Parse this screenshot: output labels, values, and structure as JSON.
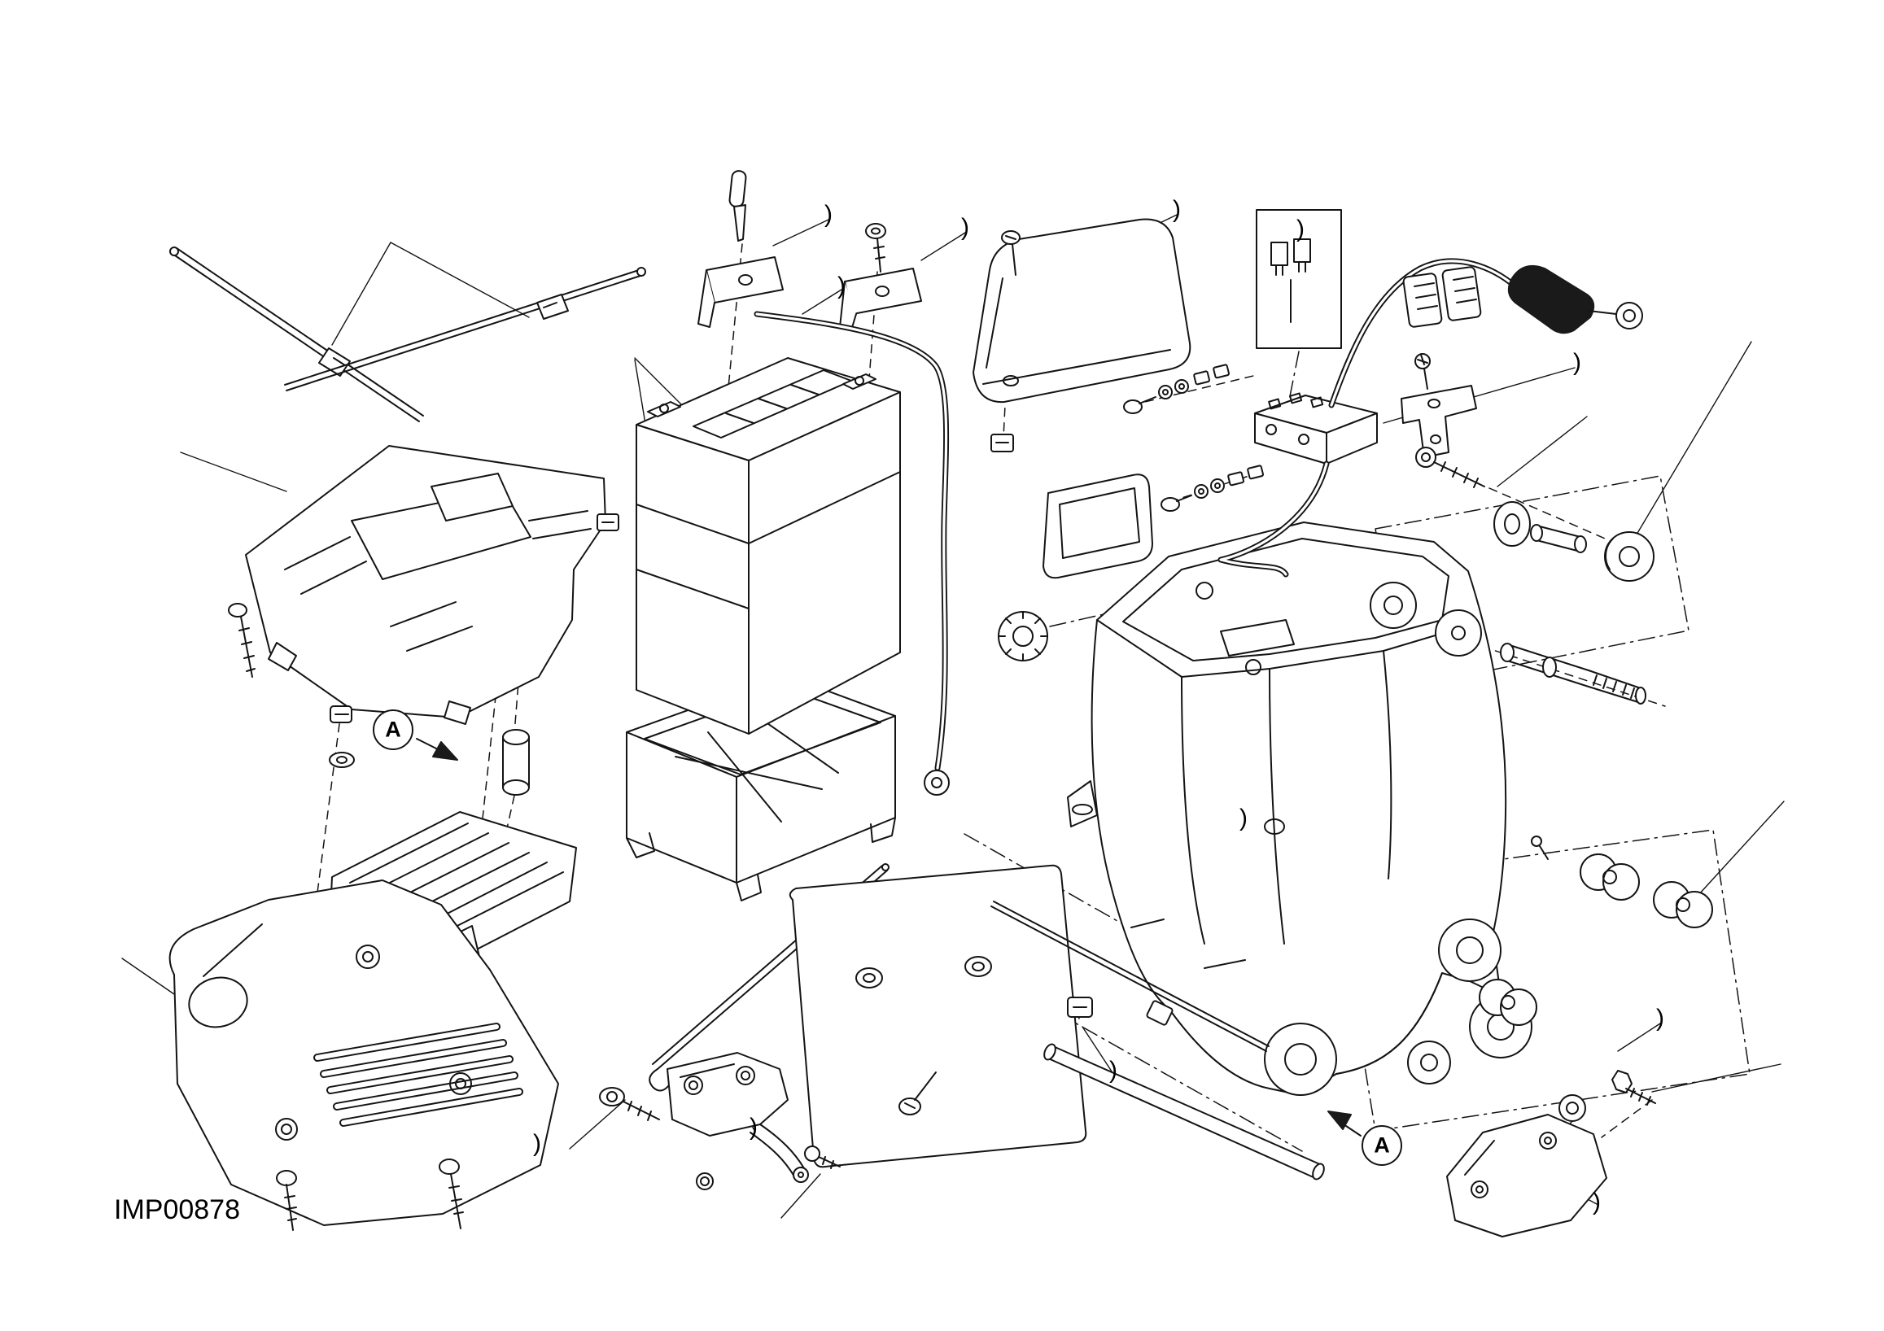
{
  "meta": {
    "background": "#ffffff",
    "line_color": "#141414",
    "diagram_type": "exploded-parts-diagram"
  },
  "diagram": {
    "code": "IMP00878",
    "detail_markers": [
      {
        "label": "A"
      },
      {
        "label": "A"
      }
    ],
    "callouts": [
      {
        "label": ")"
      },
      {
        "label": ")"
      },
      {
        "label": ")"
      },
      {
        "label": ")"
      },
      {
        "label": ")"
      },
      {
        "label": ")"
      },
      {
        "label": ")"
      },
      {
        "label": ")"
      },
      {
        "label": ")"
      },
      {
        "label": ")"
      },
      {
        "label": ")"
      },
      {
        "label": ")"
      }
    ],
    "parts": [
      "cable-tie-upper-1",
      "cable-tie-upper-2",
      "battery-tray",
      "tray-screw",
      "tray-clip",
      "tray-washer",
      "spacer-bushing",
      "voltage-regulator",
      "regulator-guard-bracket",
      "guard-screw-left",
      "guard-screw-right",
      "battery",
      "battery-terminal-bracket-left",
      "battery-terminal-bracket-right",
      "thumb-screw",
      "terminal-screw",
      "battery-rubber-tray",
      "positive-battery-cable",
      "protection-cover",
      "cover-screw",
      "cover-clip",
      "round-grommet",
      "solenoid-fastener-set-upper",
      "starter-solenoid",
      "solenoid-rubber-cover",
      "solenoid-fastener-set-lower",
      "connector-detail-box",
      "ground-cable-with-boot",
      "fuse-holders",
      "holder-screw",
      "holder-l-bracket",
      "battery-holder",
      "mount-screw",
      "rubber-grommet-small",
      "spacer-sleeve",
      "rubber-grommet-large",
      "flat-washer",
      "threaded-spindle",
      "rubber-roller-1",
      "rubber-roller-2",
      "rubber-roller-3",
      "rubber-grommet-lower",
      "support-plate",
      "plate-screw",
      "support-rod",
      "support-tube",
      "cable-tie-lower",
      "cable-clamp",
      "socket-bolt",
      "pivot-bracket",
      "lever-arm",
      "stud-bolt",
      "lock-nut",
      "rear-bracket",
      "rear-washer",
      "rear-bolt"
    ]
  }
}
